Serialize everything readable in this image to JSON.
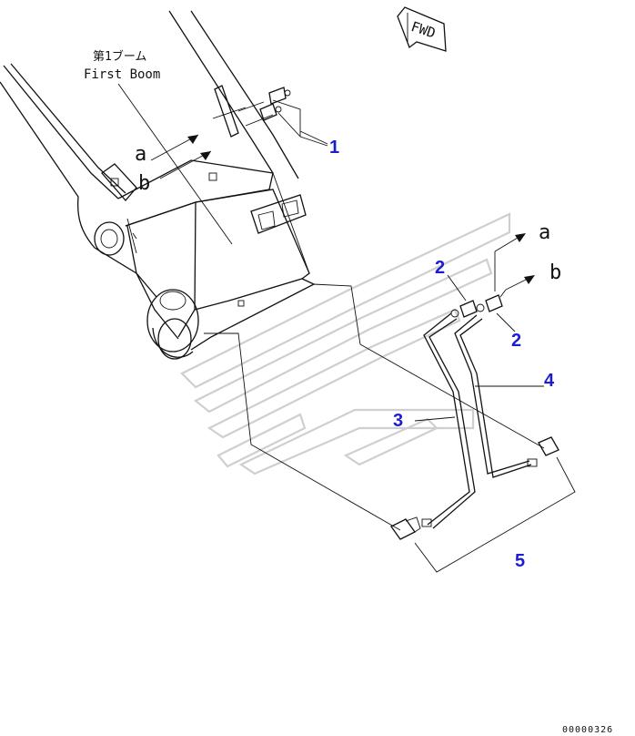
{
  "diagram": {
    "component_label_jp": "第1ブーム",
    "component_label_en": "First Boom",
    "forward_marker": "FWD",
    "port_letters": {
      "a_left": "a",
      "b_left": "b",
      "a_right": "a",
      "b_right": "b"
    },
    "callouts": {
      "c1": "1",
      "c2_top": "2",
      "c2_bottom": "2",
      "c3": "3",
      "c4": "4",
      "c5": "5"
    },
    "drawing_number": "00000326",
    "colors": {
      "line": "#111111",
      "callout": "#1c1cd0",
      "watermark": "#cfcfcf"
    }
  }
}
